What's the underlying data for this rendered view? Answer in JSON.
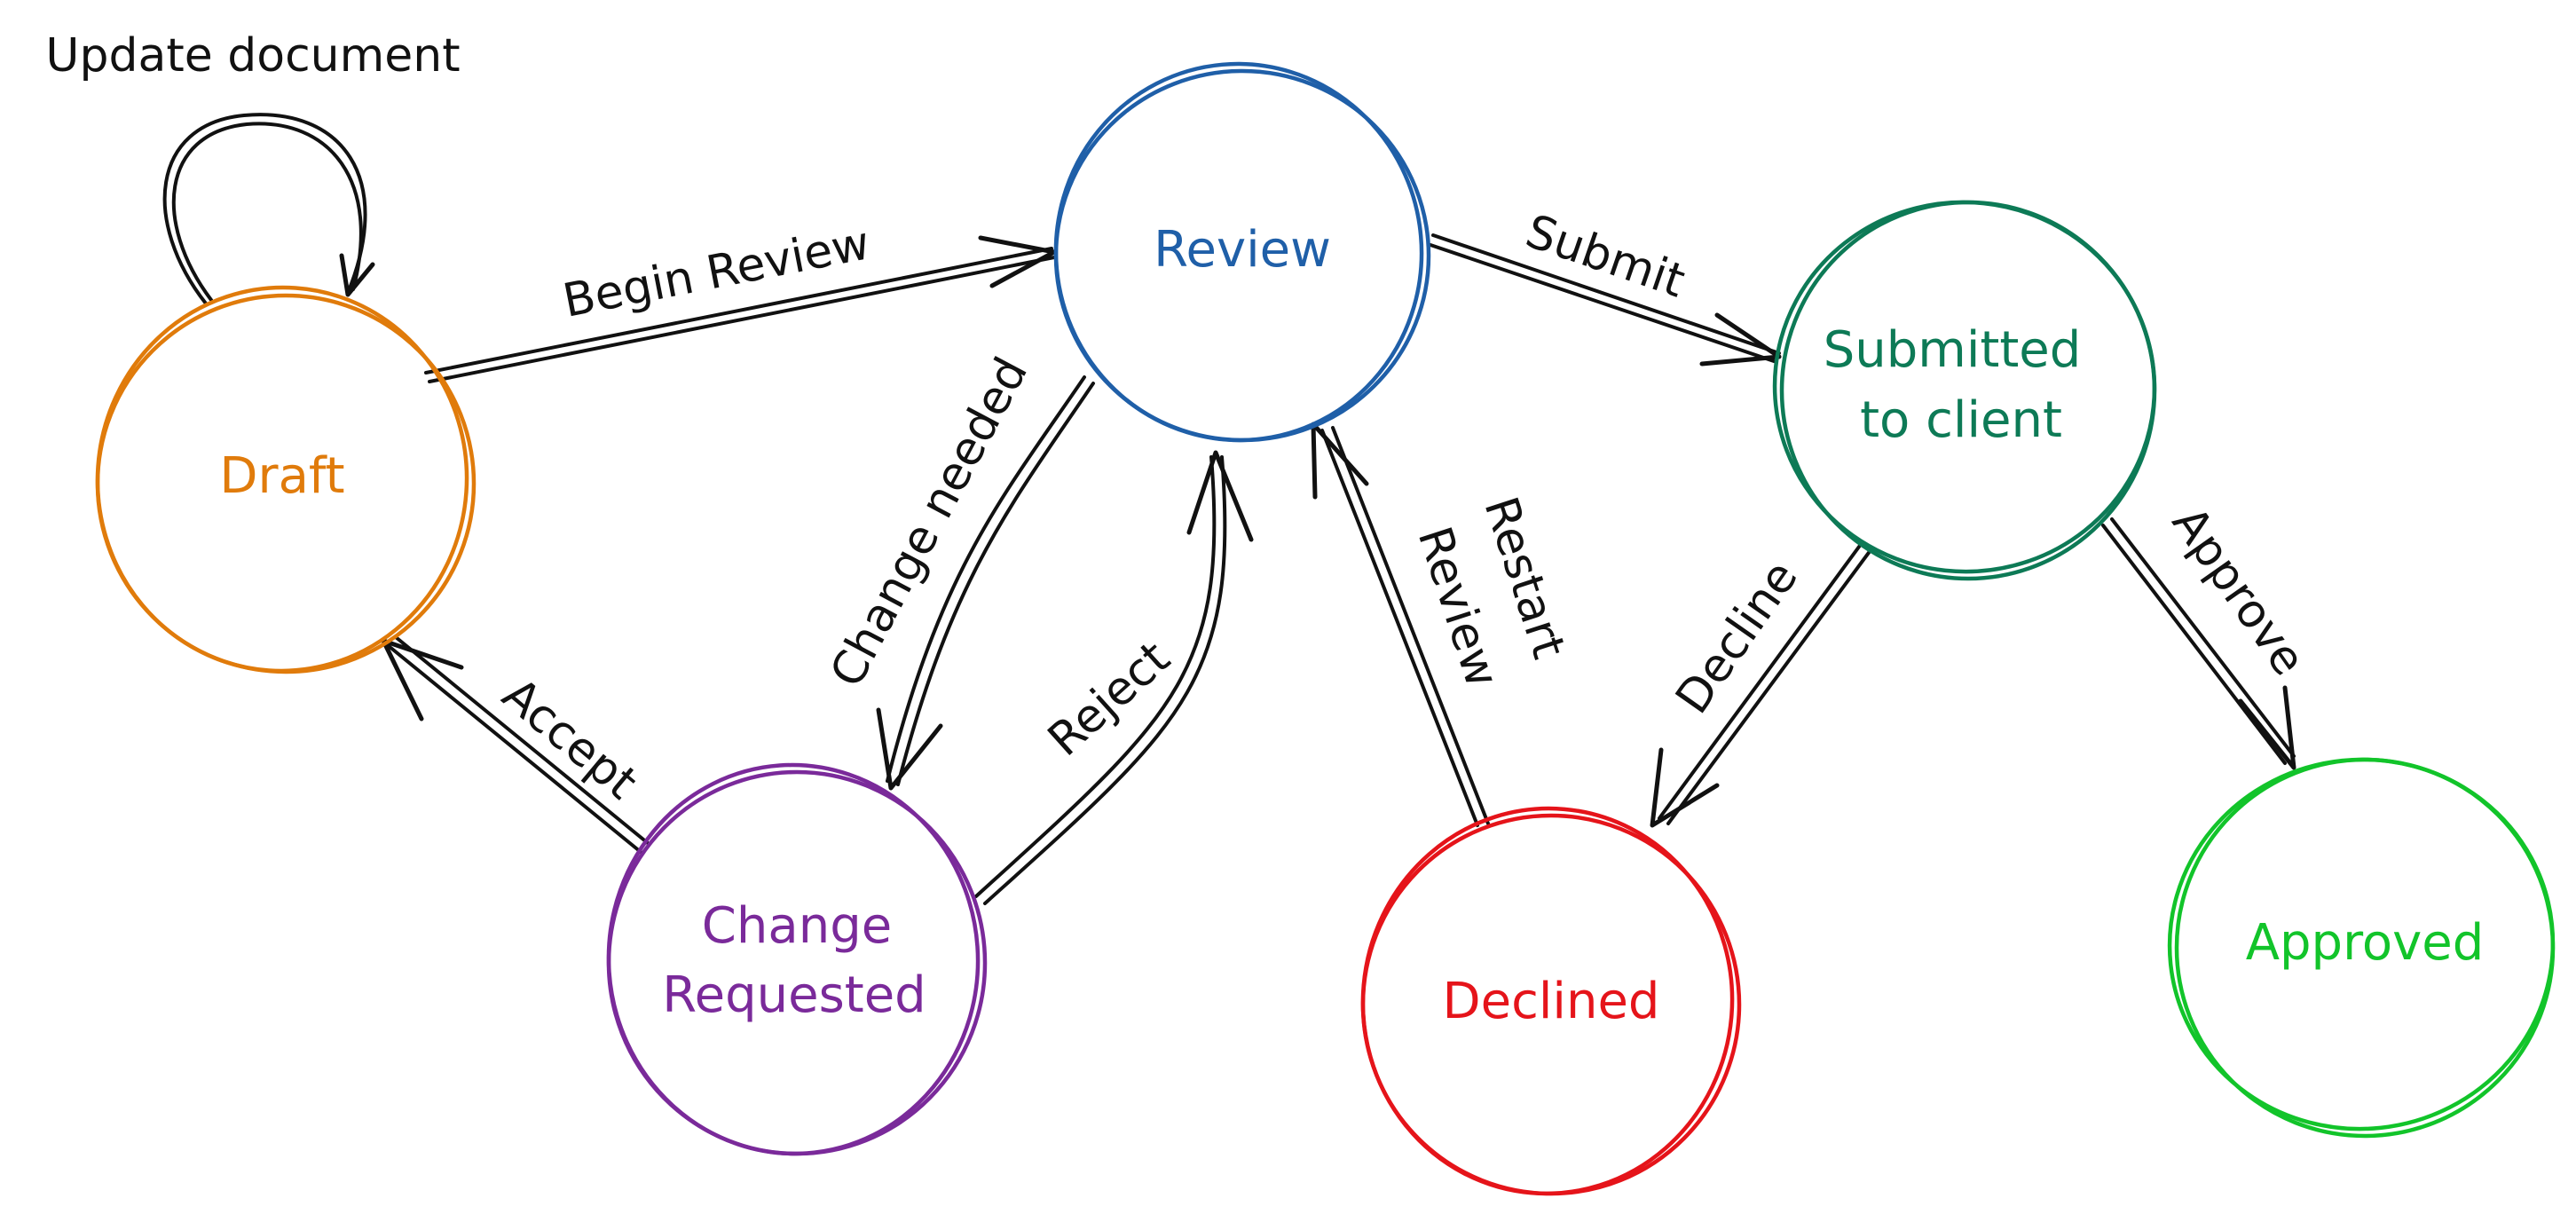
{
  "diagram": {
    "colors": {
      "draft": "#e07b0b",
      "review": "#1f5fa8",
      "submitted": "#0d7a56",
      "change": "#7a2a9a",
      "declined": "#e5141a",
      "approved": "#12c42a",
      "edge": "#111111"
    },
    "nodes": {
      "draft": {
        "line1": "Draft"
      },
      "review": {
        "line1": "Review"
      },
      "submitted": {
        "line1": "Submitted",
        "line2": "to client"
      },
      "change": {
        "line1": "Change",
        "line2": "Requested"
      },
      "declined": {
        "line1": "Declined"
      },
      "approved": {
        "line1": "Approved"
      }
    },
    "edges": {
      "update_document": "Update document",
      "begin_review": "Begin Review",
      "submit": "Submit",
      "change_needed": "Change needed",
      "reject": "Reject",
      "accept": "Accept",
      "restart_review_line1": "Restart",
      "restart_review_line2": "Review",
      "decline": "Decline",
      "approve": "Approve"
    }
  }
}
